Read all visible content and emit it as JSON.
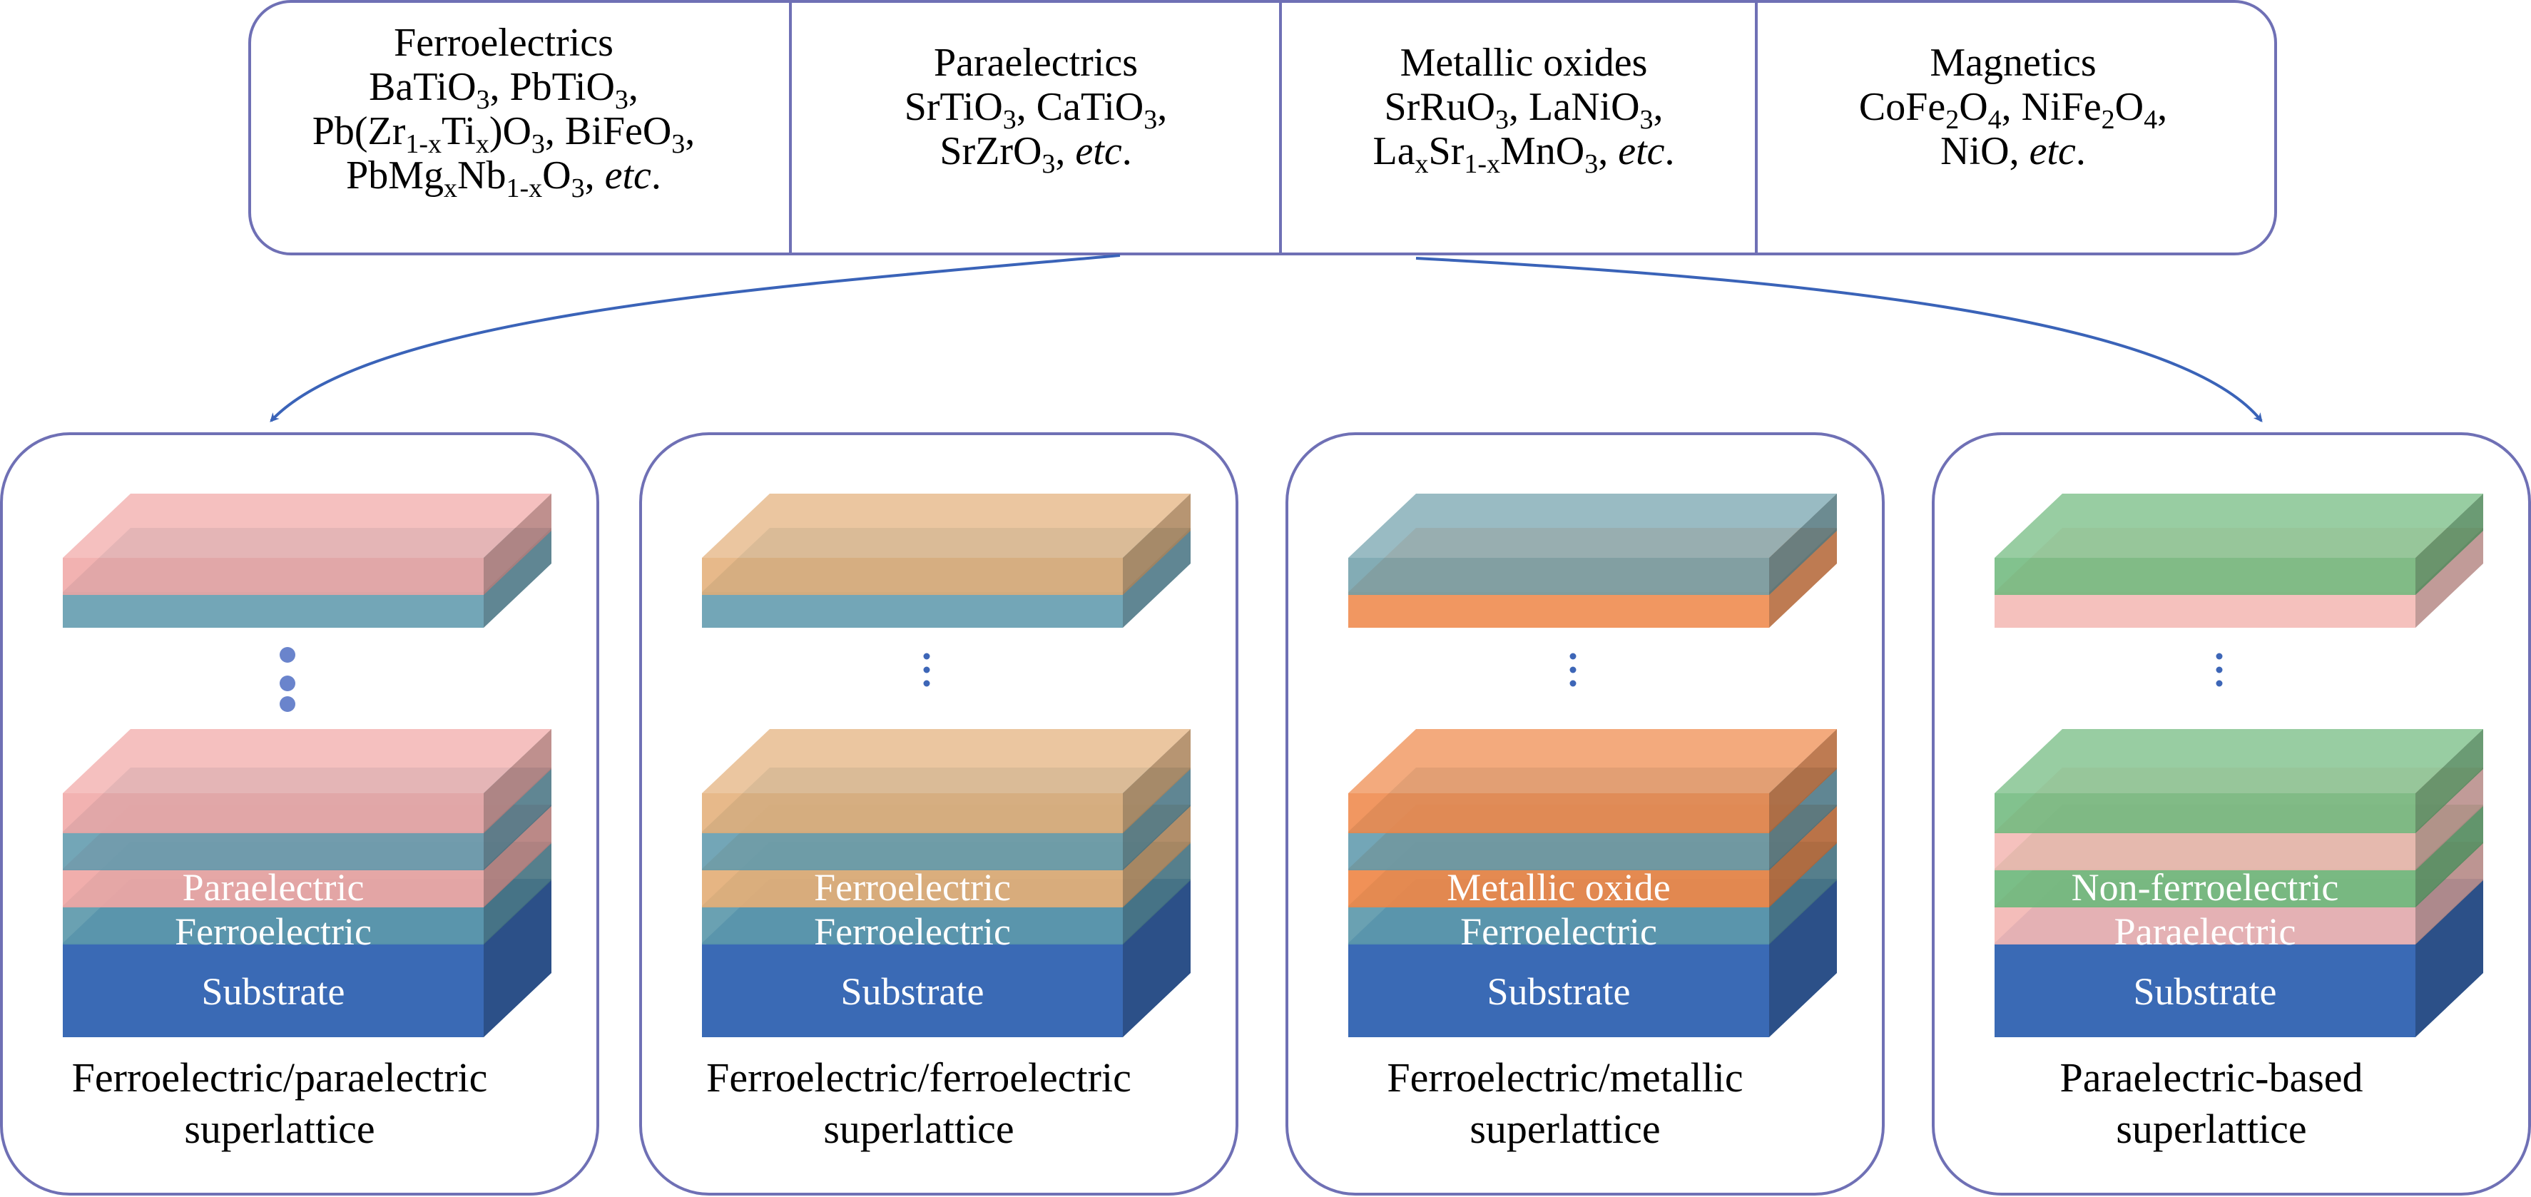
{
  "colors": {
    "frame": "#6f70b5",
    "arrow": "#3a63b8",
    "substrate": "#3a6ab5",
    "ferroelectric": "#5a97aa",
    "paraelectric_pink": "#f0a5a3",
    "ferroelectric_tan": "#e3ad76",
    "metallic_orange": "#ee8545",
    "metallic_teal": "#6d9ea8",
    "nonferro_green": "#6cb77a",
    "para_light_pink": "#f3b6b2",
    "dots": "#3d66b7"
  },
  "categories": [
    {
      "title": "Ferroelectrics",
      "lines": [
        [
          {
            "t": "BaTiO"
          },
          {
            "t": "3",
            "s": "sub"
          },
          {
            "t": ", PbTiO"
          },
          {
            "t": "3",
            "s": "sub"
          },
          {
            "t": ","
          }
        ],
        [
          {
            "t": "Pb(Zr"
          },
          {
            "t": "1-x",
            "s": "sub"
          },
          {
            "t": "Ti"
          },
          {
            "t": "x",
            "s": "sub"
          },
          {
            "t": ")O"
          },
          {
            "t": "3",
            "s": "sub"
          },
          {
            "t": ", BiFeO"
          },
          {
            "t": "3",
            "s": "sub"
          },
          {
            "t": ","
          }
        ],
        [
          {
            "t": "PbMg"
          },
          {
            "t": "x",
            "s": "sub"
          },
          {
            "t": "Nb"
          },
          {
            "t": "1-x",
            "s": "sub"
          },
          {
            "t": "O"
          },
          {
            "t": "3",
            "s": "sub"
          },
          {
            "t": ", "
          },
          {
            "t": "etc",
            "s": "i"
          },
          {
            "t": "."
          }
        ]
      ]
    },
    {
      "title": "Paraelectrics",
      "lines": [
        [
          {
            "t": "SrTiO"
          },
          {
            "t": "3",
            "s": "sub"
          },
          {
            "t": ", CaTiO"
          },
          {
            "t": "3",
            "s": "sub"
          },
          {
            "t": ","
          }
        ],
        [
          {
            "t": "SrZrO"
          },
          {
            "t": "3",
            "s": "sub"
          },
          {
            "t": ", "
          },
          {
            "t": "etc",
            "s": "i"
          },
          {
            "t": "."
          }
        ]
      ]
    },
    {
      "title": "Metallic oxides",
      "lines": [
        [
          {
            "t": "SrRuO"
          },
          {
            "t": "3",
            "s": "sub"
          },
          {
            "t": ", LaNiO"
          },
          {
            "t": "3",
            "s": "sub"
          },
          {
            "t": ","
          }
        ],
        [
          {
            "t": "La"
          },
          {
            "t": "x",
            "s": "sub"
          },
          {
            "t": "Sr"
          },
          {
            "t": "1-x",
            "s": "sub"
          },
          {
            "t": "MnO"
          },
          {
            "t": "3",
            "s": "sub"
          },
          {
            "t": ", "
          },
          {
            "t": "etc",
            "s": "i"
          },
          {
            "t": "."
          }
        ]
      ]
    },
    {
      "title": "Magnetics",
      "lines": [
        [
          {
            "t": "CoFe"
          },
          {
            "t": "2",
            "s": "sub"
          },
          {
            "t": "O"
          },
          {
            "t": "4",
            "s": "sub"
          },
          {
            "t": ", NiFe"
          },
          {
            "t": "2",
            "s": "sub"
          },
          {
            "t": "O"
          },
          {
            "t": "4",
            "s": "sub"
          },
          {
            "t": ","
          }
        ],
        [
          {
            "t": "NiO, "
          },
          {
            "t": "etc",
            "s": "i"
          },
          {
            "t": "."
          }
        ]
      ]
    }
  ],
  "panels": [
    {
      "caption": [
        "Ferroelectric/paraelectric",
        "superlattice"
      ],
      "top_stack": [
        "paraelectric_pink",
        "ferroelectric"
      ],
      "bottom_stack": [
        "paraelectric_pink",
        "ferroelectric",
        "paraelectric_pink",
        "ferroelectric"
      ],
      "dots_style": "large",
      "labels": {
        "upper": "Paraelectric",
        "lower": "Ferroelectric",
        "substrate": "Substrate"
      }
    },
    {
      "caption": [
        "Ferroelectric/ferroelectric",
        "superlattice"
      ],
      "top_stack": [
        "ferroelectric_tan",
        "ferroelectric"
      ],
      "bottom_stack": [
        "ferroelectric_tan",
        "ferroelectric",
        "ferroelectric_tan",
        "ferroelectric"
      ],
      "dots_style": "small",
      "labels": {
        "upper": "Ferroelectric",
        "lower": "Ferroelectric",
        "substrate": "Substrate"
      }
    },
    {
      "caption": [
        "Ferroelectric/metallic",
        "superlattice"
      ],
      "top_stack": [
        "metallic_teal",
        "metallic_orange"
      ],
      "bottom_stack": [
        "metallic_orange",
        "ferroelectric",
        "metallic_orange",
        "ferroelectric"
      ],
      "dots_style": "small",
      "labels": {
        "upper": "Metallic oxide",
        "lower": "Ferroelectric",
        "substrate": "Substrate"
      }
    },
    {
      "caption": [
        "Paraelectric-based",
        "superlattice"
      ],
      "top_stack": [
        "nonferro_green",
        "para_light_pink"
      ],
      "bottom_stack": [
        "nonferro_green",
        "para_light_pink",
        "nonferro_green",
        "para_light_pink"
      ],
      "dots_style": "small",
      "labels": {
        "upper": "Non-ferroelectric",
        "lower": "Paraelectric",
        "substrate": "Substrate"
      }
    }
  ]
}
